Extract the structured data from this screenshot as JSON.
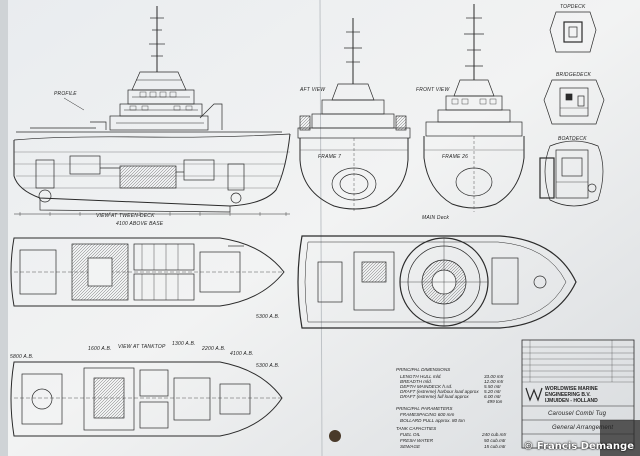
{
  "views": {
    "profile": "PROFILE",
    "aft_view": "AFT VIEW",
    "front_view": "FRONT VIEW",
    "topdeck": "TOPDECK",
    "bridgedeck": "BRIDGEDECK",
    "boatdeck": "BOATDECK",
    "frame_7": "FRAME 7",
    "frame_26": "FRAME 26",
    "tween_deck": "VIEW AT TWEEN-DECK",
    "tween_deck_base": "4100 ABOVE BASE",
    "main_deck": "MAIN Deck",
    "tanktop": "VIEW AT TANKTOP"
  },
  "heights": {
    "h5300_upper": "5300 A.B.",
    "h5800": "5800 A.B.",
    "h1600": "1600 A.B.",
    "h1300": "1300 A.B.",
    "h2200": "2200 A.B.",
    "h4100": "4100 A.B.",
    "h5300_lower": "5300 A.B."
  },
  "specs": {
    "principal_dimensions": {
      "title": "PRINCIPAL DIMENSIONS",
      "rows": [
        {
          "label": "LENGTH HULL mld.",
          "value": "33.00 mtr"
        },
        {
          "label": "BREADTH mld.",
          "value": "12.00 mtr"
        },
        {
          "label": "DEPTH MAINDECK h.sd.",
          "value": "5.50 mtr"
        },
        {
          "label": "DRAFT (extreme) harbour load approx",
          "value": "5.20 mtr"
        },
        {
          "label": "DRAFT (extreme) full load approx",
          "value": "6.00 mtr"
        },
        {
          "label": "",
          "value": "499 ton"
        }
      ]
    },
    "principal_parameters": {
      "title": "PRINCIPAL PARAMETERS",
      "rows": [
        {
          "label": "FRAMESPACING 600 mm",
          "value": ""
        },
        {
          "label": "BOLLARD PULL approx. 80 ton",
          "value": ""
        }
      ]
    },
    "tank_capacities": {
      "title": "TANK CAPACITIES",
      "rows": [
        {
          "label": "FUEL OIL",
          "value": "240 cub.mtr"
        },
        {
          "label": "FRESH WATER",
          "value": "50 cub.mtr"
        },
        {
          "label": "SEWAGE",
          "value": "15 cub.mtr"
        }
      ]
    }
  },
  "title_block": {
    "company_line1": "WORLDWISE MARINE",
    "company_line2": "ENGINEERING B.V.",
    "company_line3": "IJMUIDEN - HOLLAND",
    "project": "Carousel Combi Tug",
    "drawing": "General Arrangement"
  },
  "credit": "© Francis Demange"
}
